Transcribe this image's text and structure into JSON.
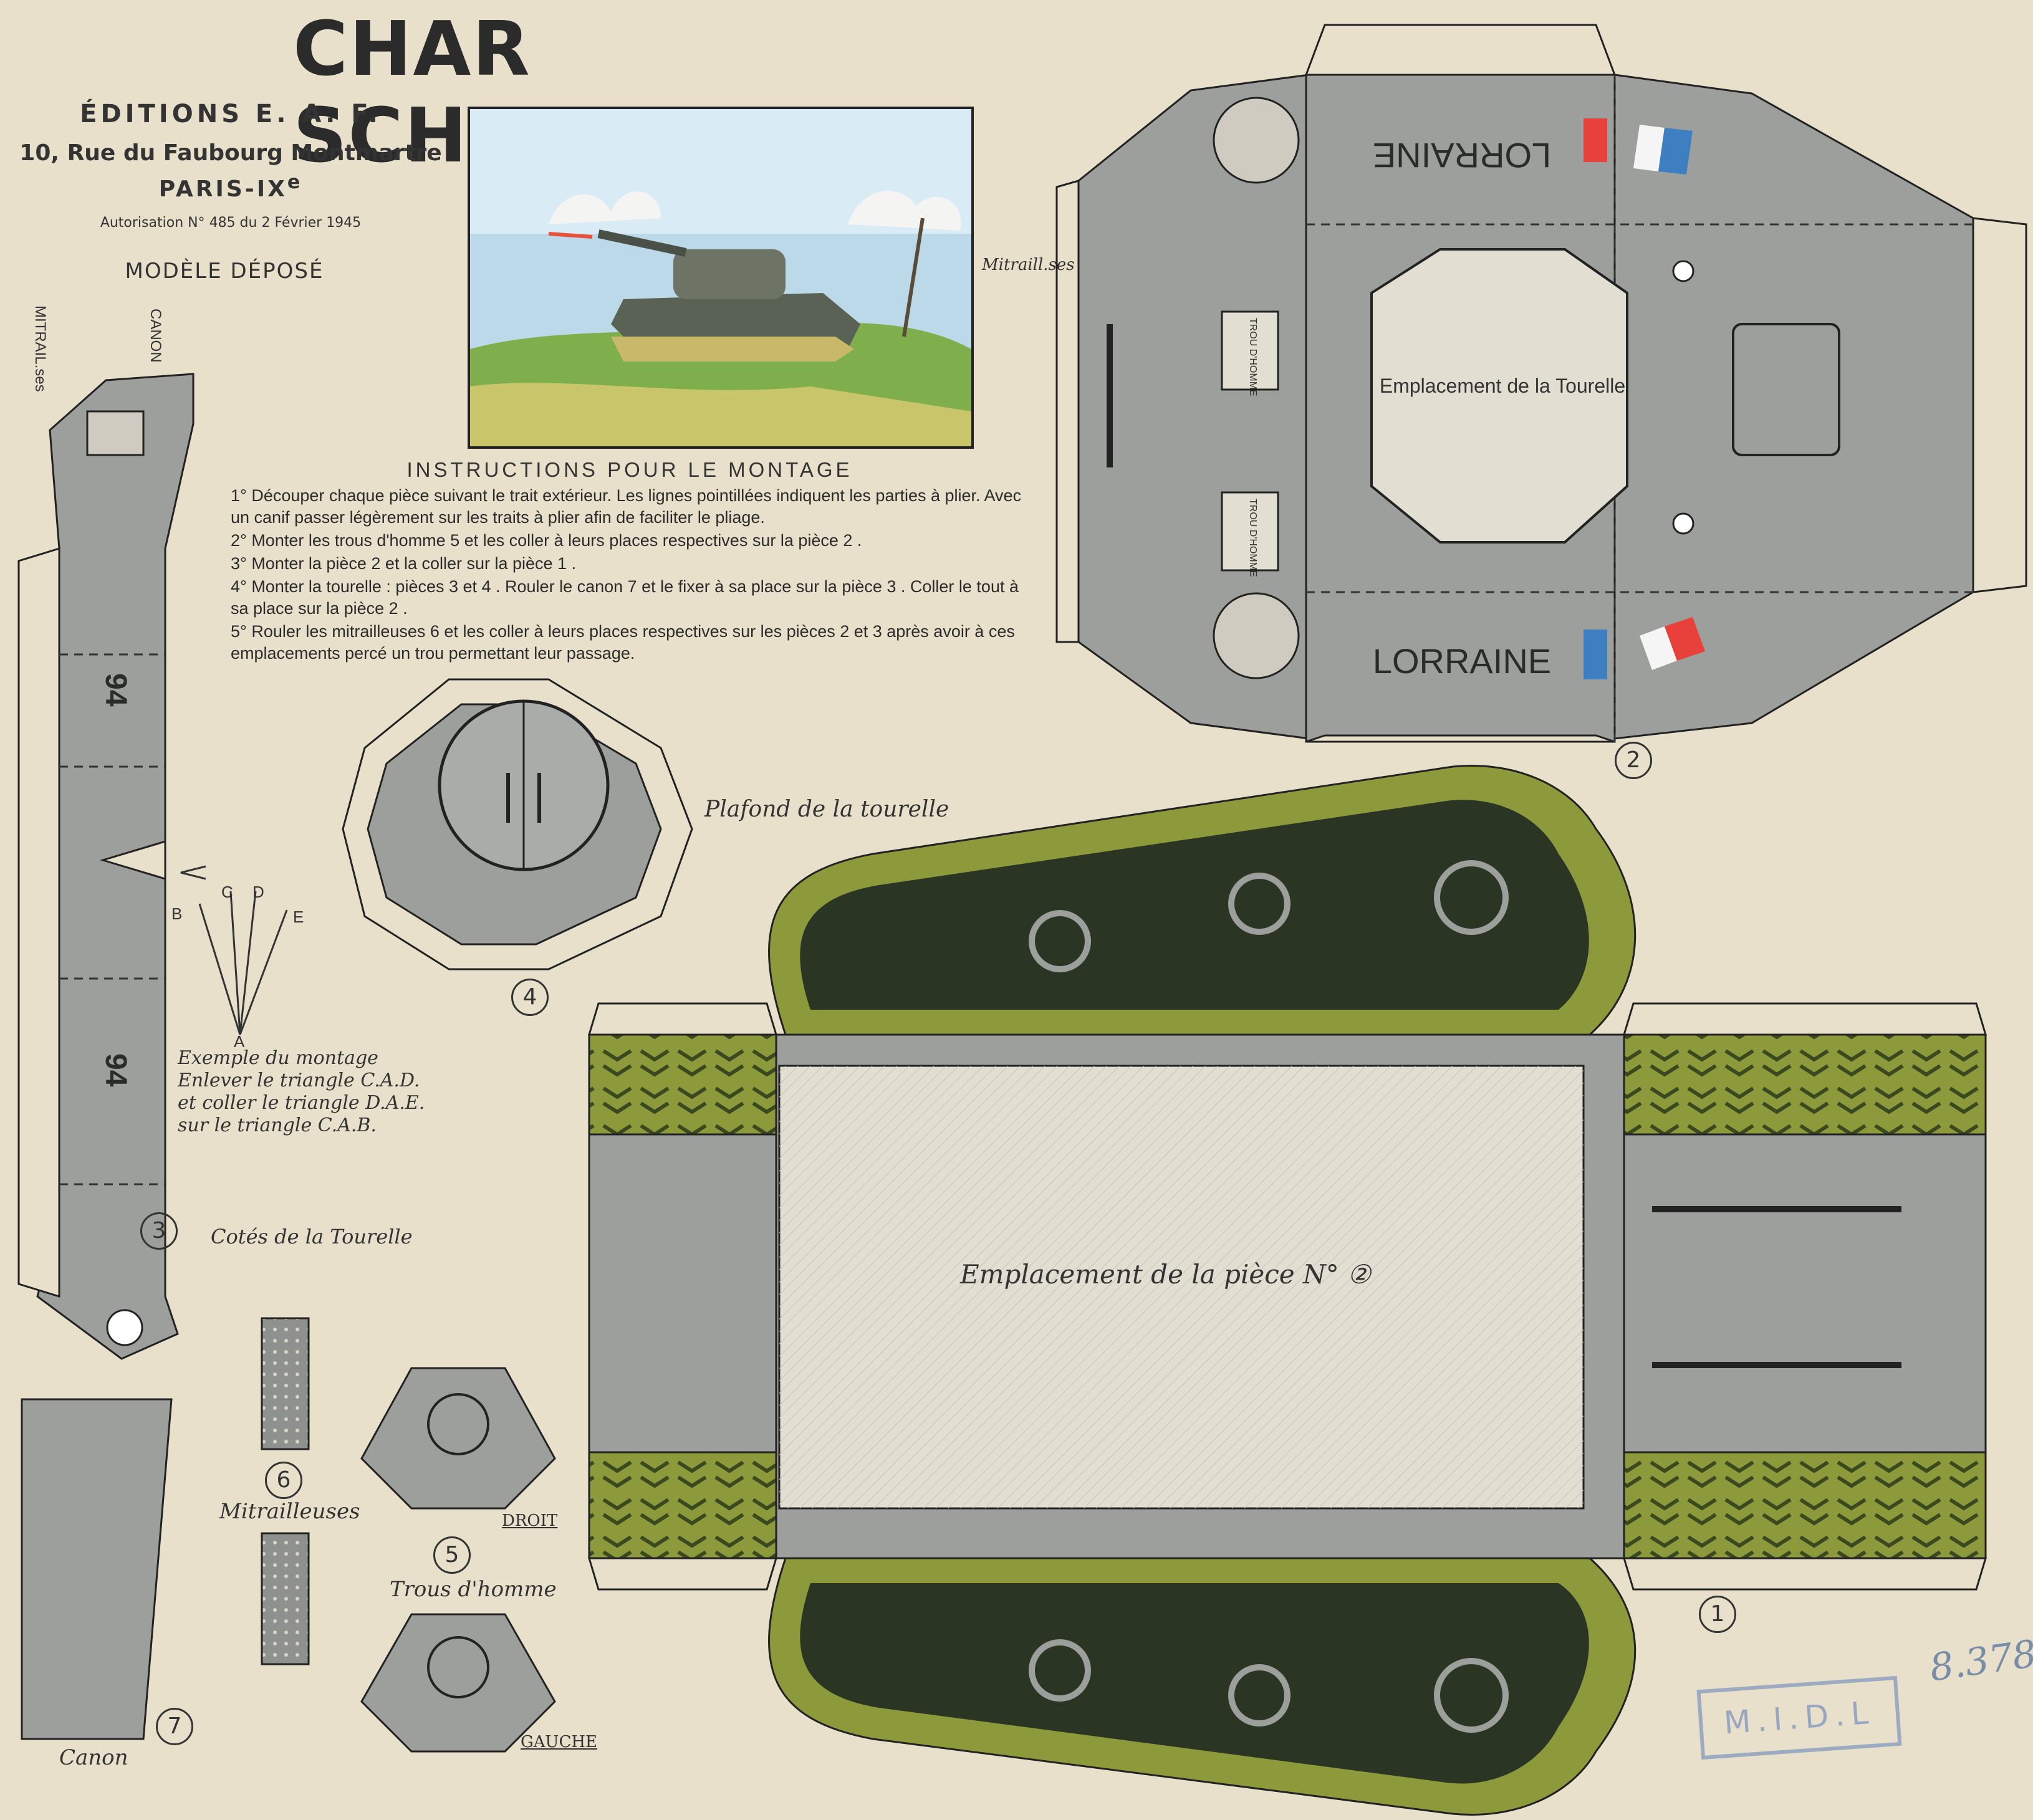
{
  "header": {
    "title": "CHAR SCHERMANN",
    "publisher": "ÉDITIONS E. A. F.",
    "address_street": "10, Rue du Faubourg Montmartre",
    "address_city": "PARIS-IX",
    "authorisation": "Autorisation N° 485 du 2 Février 1945",
    "model_note": "MODÈLE DÉPOSÉ"
  },
  "instructions": {
    "title": "INSTRUCTIONS POUR LE MONTAGE",
    "steps": [
      "1° Découper chaque pièce suivant le trait extérieur. Les lignes pointillées indiquent les parties à plier. Avec un canif passer légèrement sur les traits à plier afin de faciliter le pliage.",
      "2° Monter les trous d'homme 5 et les coller à leurs places respectives sur la pièce 2 .",
      "3° Monter la pièce 2 et la coller sur la pièce 1 .",
      "4° Monter la tourelle : pièces 3 et 4 . Rouler le canon 7 et le fixer à sa place sur la pièce 3 . Coller le tout à sa place sur la pièce 2 .",
      "5° Rouler les mitrailleuses 6 et les coller à leurs places respectives sur les pièces 2 et 3 après avoir à ces emplacements percé un trou permettant leur passage."
    ]
  },
  "labels": {
    "plafond": "Plafond de la tourelle",
    "exemple": [
      "Exemple du montage",
      "Enlever le triangle C.A.D.",
      "et coller le triangle D.A.E.",
      "sur le triangle C.A.B."
    ],
    "cotes": "Cotés de la Tourelle",
    "mitrailleuses": "Mitrailleuses",
    "trous": "Trous d'homme",
    "canon": "Canon",
    "droit": "DROIT",
    "gauche": "GAUCHE",
    "emplacement_piece2": "Emplacement de la pièce N° ②",
    "emplacement_tourelle": "Emplacement de la Tourelle",
    "lorraine": "LORRAINE",
    "trou_homme": "TROU D'HOMME",
    "mitraill_top": "Mitraill.ses",
    "mitrail_vert": "MITRAIL.ses",
    "canon_vert": "CANON",
    "triangle_letters": [
      "A",
      "B",
      "C",
      "D",
      "E"
    ],
    "side_number": "94"
  },
  "piece_numbers": {
    "p1": "1",
    "p2": "2",
    "p3": "3",
    "p4": "4",
    "p5": "5",
    "p6": "6",
    "p7": "7"
  },
  "stamp": {
    "text": "M.I.D.L",
    "handwritten": "8.378"
  },
  "colors": {
    "paper": "#e9e0cc",
    "tank_grey": "#9c9f9b",
    "track_green": "#8d9a3c",
    "track_dark": "#2b3524",
    "flag_blue": "#3e7fc1",
    "flag_red": "#e8403a",
    "stamp_blue": "#8fa2c0"
  }
}
